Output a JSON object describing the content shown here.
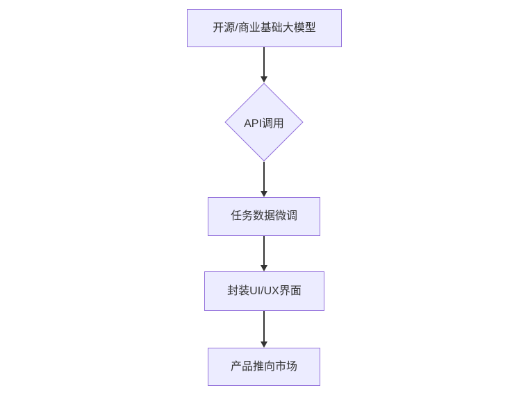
{
  "diagram": {
    "type": "flowchart",
    "direction": "top-down",
    "nodes": [
      {
        "id": "foundation",
        "shape": "rectangle",
        "label": "开源/商业基础大模型"
      },
      {
        "id": "api",
        "shape": "diamond",
        "label": "API调用"
      },
      {
        "id": "finetune",
        "shape": "rectangle",
        "label": "任务数据微调"
      },
      {
        "id": "uiux",
        "shape": "rectangle",
        "label": "封装UI/UX界面"
      },
      {
        "id": "market",
        "shape": "rectangle",
        "label": "产品推向市场"
      }
    ],
    "edges": [
      {
        "from": "开源/商业基础大模型",
        "to": "API调用"
      },
      {
        "from": "API调用",
        "to": "任务数据微调"
      },
      {
        "from": "任务数据微调",
        "to": "封装UI/UX界面"
      },
      {
        "from": "封装UI/UX界面",
        "to": "产品推向市场"
      }
    ],
    "colors": {
      "node_fill": "#ECECFF",
      "node_border": "#9370DB",
      "text": "#333333",
      "arrow": "#333333",
      "background": "#FFFFFF"
    }
  }
}
